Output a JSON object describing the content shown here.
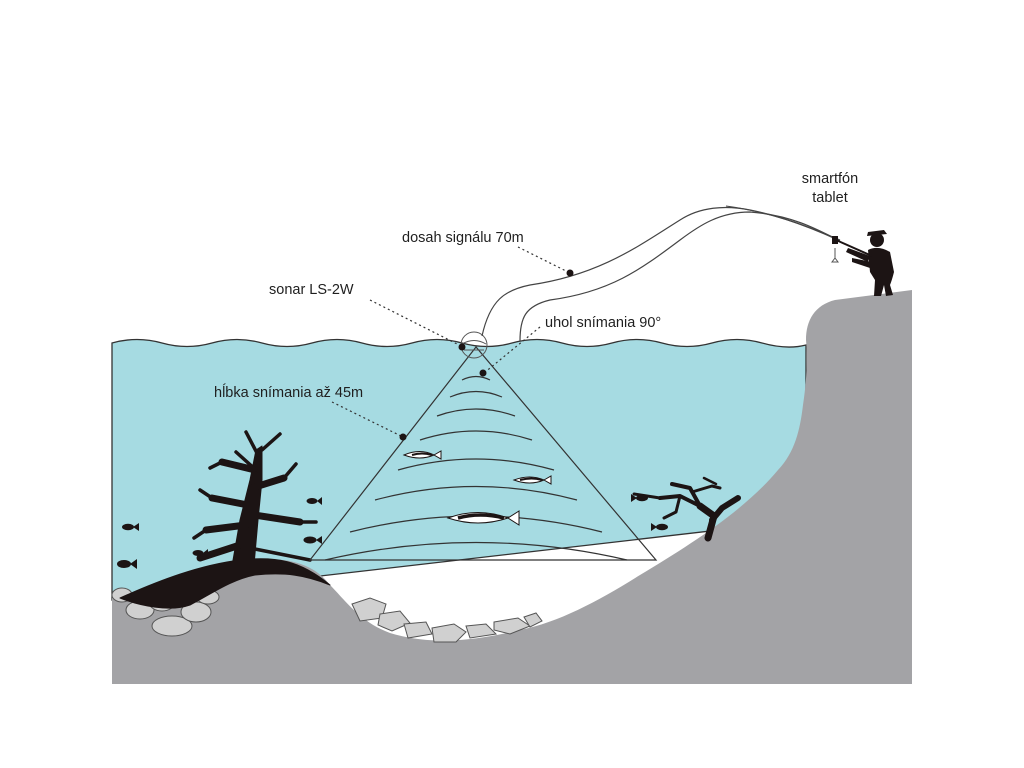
{
  "labels": {
    "device_line1": "smartfón",
    "device_line2": "tablet",
    "range": "dosah signálu 70m",
    "sonar": "sonar LS-2W",
    "angle": "uhol snímania 90°",
    "depth": "hĺbka snímania až 45m"
  },
  "colors": {
    "water": "#a6dbe2",
    "ground": "#a3a3a6",
    "silhouette": "#1c1414",
    "line": "#333333",
    "stone": "#d0d0d0",
    "background": "#ffffff"
  },
  "icons": [
    "fisherman-silhouette",
    "sonar-device",
    "fish",
    "underwater-tree",
    "stones"
  ]
}
